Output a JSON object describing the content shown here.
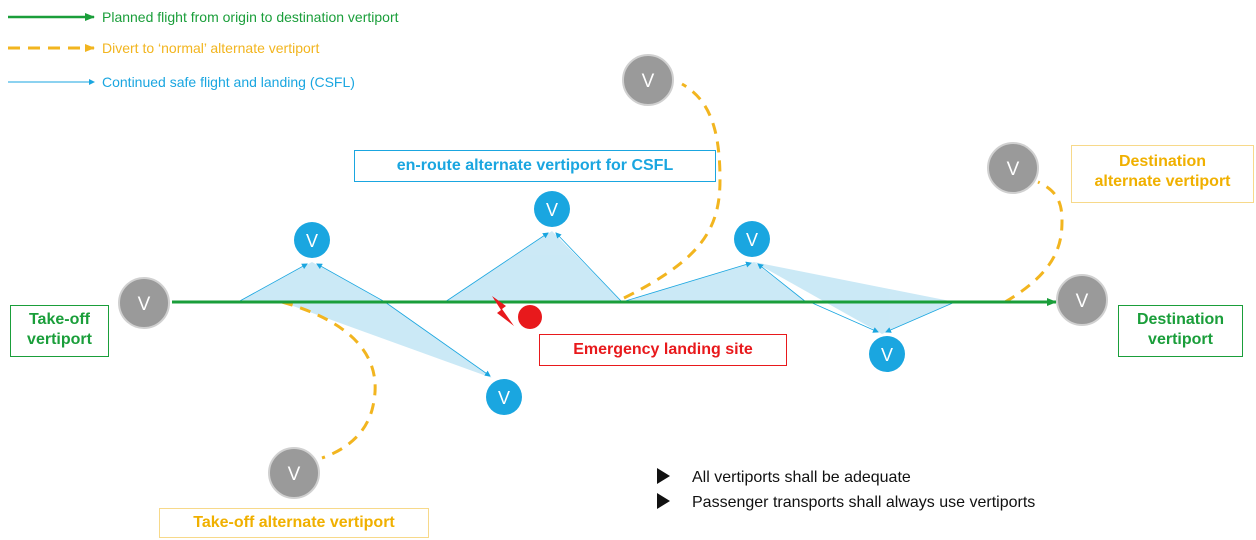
{
  "legend": {
    "planned": "Planned flight from origin to destination vertiport",
    "divert": "Divert to ‘normal’ alternate vertiport",
    "csfl": "Continued safe flight and landing (CSFL)"
  },
  "vertiport_symbol": "V",
  "labels": {
    "takeoff": [
      "Take-off",
      "vertiport"
    ],
    "destination": [
      "Destination",
      "vertiport"
    ],
    "destination_alternate": [
      "Destination",
      "alternate vertiport"
    ],
    "takeoff_alternate": "Take-off alternate vertiport",
    "enroute_alternate": "en-route alternate vertiport for CSFL",
    "emergency": "Emergency landing site"
  },
  "notes": [
    "All vertiports shall be adequate",
    "Passenger transports shall always use vertiports"
  ],
  "colors": {
    "planned": "#1a9e3a",
    "divert": "#f2b51f",
    "csfl": "#1aa6e0",
    "csfl_fill": "#c9e8f6",
    "vertiport_gray": "#9a9a9a",
    "emergency": "#e8191c",
    "label_orange": "#f0b000"
  }
}
